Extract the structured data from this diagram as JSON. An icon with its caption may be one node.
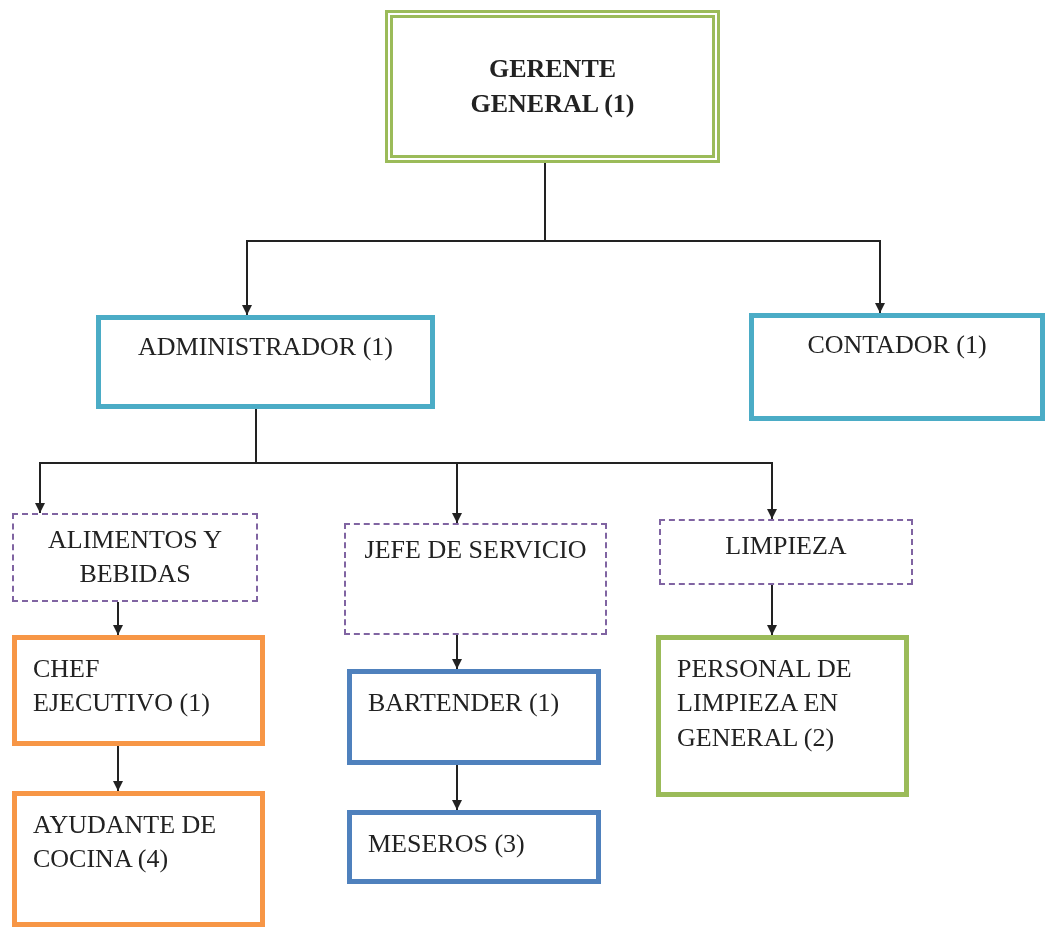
{
  "diagram": {
    "nodes": [
      {
        "text": [
          "GERENTE GENERAL (1)"
        ]
      },
      {
        "text": [
          "ADMINISTRADOR (1)"
        ]
      },
      {
        "text": [
          "CONTADOR (1)"
        ]
      },
      {
        "text": [
          "ALIMENTOS Y BEBIDAS"
        ]
      },
      {
        "text": [
          "JEFE DE SERVICIO"
        ]
      },
      {
        "text": [
          "LIMPIEZA"
        ]
      },
      {
        "text": [
          "CHEF EJECUTIVO (1)"
        ]
      },
      {
        "text": [
          "AYUDANTE DE COCINA (4)"
        ]
      },
      {
        "text": [
          "BARTENDER (1)"
        ]
      },
      {
        "text": [
          "MESEROS (3)"
        ]
      },
      {
        "text": [
          "PERSONAL DE LIMPIEZA EN GENERAL (2)"
        ]
      }
    ],
    "edges": [
      {
        "from": 0,
        "to": 1,
        "arrow": "to"
      },
      {
        "from": 0,
        "to": 2,
        "arrow": "to"
      },
      {
        "from": 1,
        "to": 3,
        "arrow": "to"
      },
      {
        "from": 1,
        "to": 4,
        "arrow": "to"
      },
      {
        "from": 1,
        "to": 5,
        "arrow": "to"
      },
      {
        "from": 3,
        "to": 6,
        "arrow": "to"
      },
      {
        "from": 6,
        "to": 7,
        "arrow": "to"
      },
      {
        "from": 4,
        "to": 8,
        "arrow": "to"
      },
      {
        "from": 8,
        "to": 9,
        "arrow": "to"
      },
      {
        "from": 5,
        "to": 10,
        "arrow": "to"
      }
    ]
  }
}
